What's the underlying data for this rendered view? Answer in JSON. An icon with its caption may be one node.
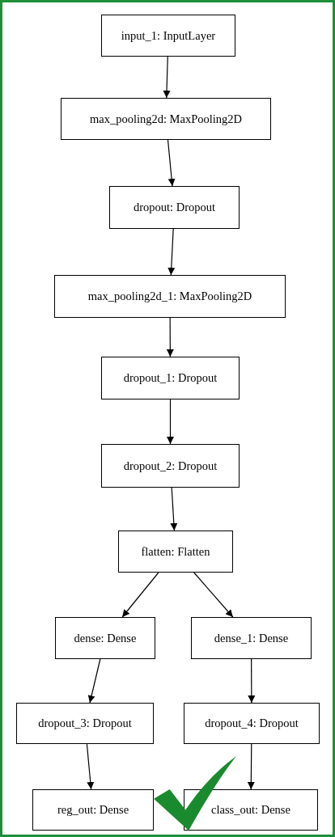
{
  "diagram": {
    "nodes": [
      {
        "text": [
          "input_1: InputLayer"
        ]
      },
      {
        "text": [
          "max_pooling2d: MaxPooling2D"
        ]
      },
      {
        "text": [
          "dropout: Dropout"
        ]
      },
      {
        "text": [
          "max_pooling2d_1: MaxPooling2D"
        ]
      },
      {
        "text": [
          "dropout_1: Dropout"
        ]
      },
      {
        "text": [
          "dropout_2: Dropout"
        ]
      },
      {
        "text": [
          "flatten: Flatten"
        ]
      },
      {
        "text": [
          "dense: Dense"
        ]
      },
      {
        "text": [
          "dense_1: Dense"
        ]
      },
      {
        "text": [
          "dropout_3: Dropout"
        ]
      },
      {
        "text": [
          "dropout_4: Dropout"
        ]
      },
      {
        "text": [
          "reg_out: Dense"
        ]
      },
      {
        "text": [
          "class_out: Dense"
        ]
      }
    ],
    "edges": [
      {
        "from": 0,
        "to": 1,
        "arrow": "to"
      },
      {
        "from": 1,
        "to": 2,
        "arrow": "to"
      },
      {
        "from": 2,
        "to": 3,
        "arrow": "to"
      },
      {
        "from": 3,
        "to": 4,
        "arrow": "to"
      },
      {
        "from": 4,
        "to": 5,
        "arrow": "to"
      },
      {
        "from": 5,
        "to": 6,
        "arrow": "to"
      },
      {
        "from": 6,
        "to": 7,
        "arrow": "to"
      },
      {
        "from": 6,
        "to": 8,
        "arrow": "to"
      },
      {
        "from": 7,
        "to": 9,
        "arrow": "to"
      },
      {
        "from": 8,
        "to": 10,
        "arrow": "to"
      },
      {
        "from": 9,
        "to": 11,
        "arrow": "to"
      },
      {
        "from": 10,
        "to": 12,
        "arrow": "to"
      }
    ]
  }
}
